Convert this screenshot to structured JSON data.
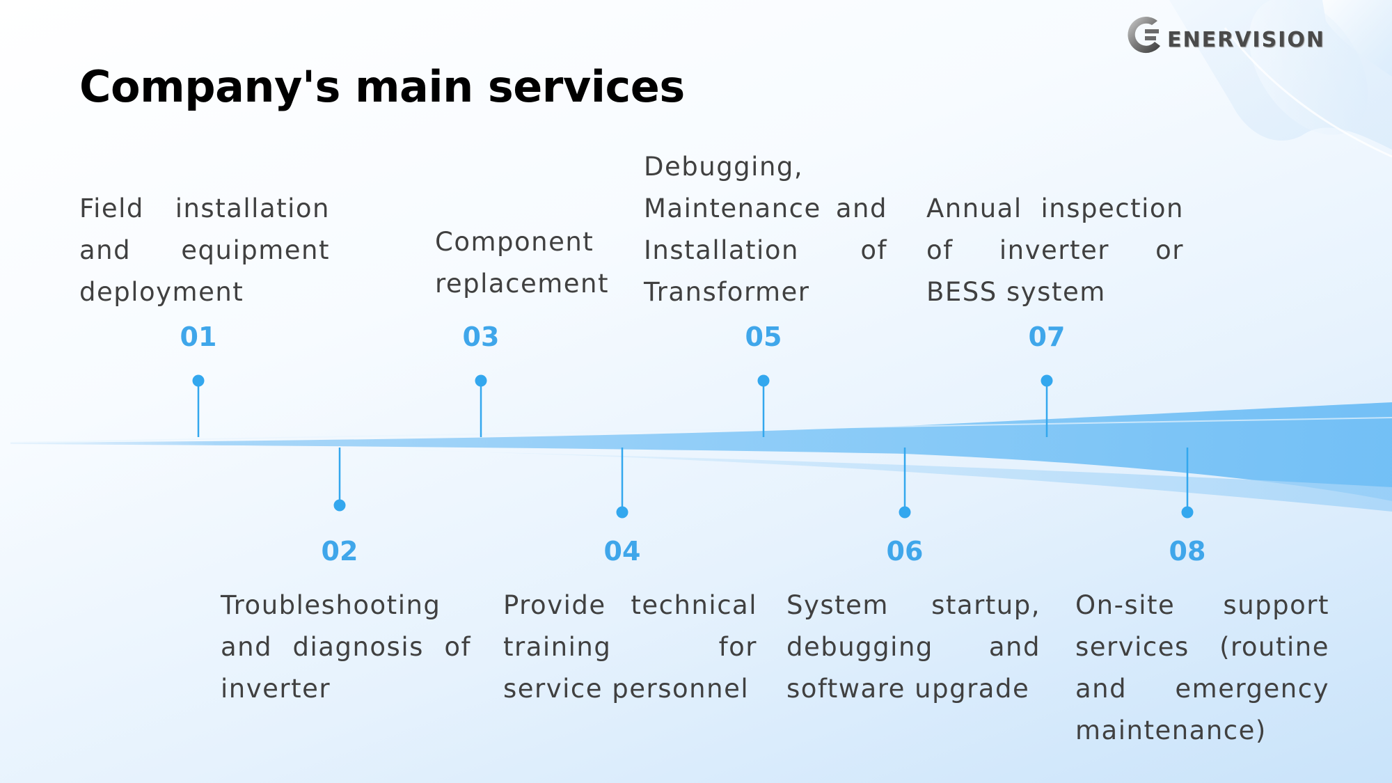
{
  "title": "Company's main services",
  "logo": {
    "wordmark": "ENERVISION"
  },
  "colors": {
    "accent": "#3fa6ea",
    "marker": "#33a7ee",
    "text": "#404040",
    "title": "#000000"
  },
  "steps": [
    {
      "number": "01",
      "text": "Field installation and equipment deployment",
      "position": "above"
    },
    {
      "number": "02",
      "text": "Troubleshooting and diagnosis of inverter",
      "position": "below"
    },
    {
      "number": "03",
      "text": "Component replacement",
      "position": "above"
    },
    {
      "number": "04",
      "text": "Provide technical training for service personnel",
      "position": "below"
    },
    {
      "number": "05",
      "text": "Debugging, Maintenance and Installation of Transformer",
      "position": "above"
    },
    {
      "number": "06",
      "text": "System startup, debugging and software upgrade",
      "position": "below"
    },
    {
      "number": "07",
      "text": "Annual inspection of inverter or BESS system",
      "position": "above"
    },
    {
      "number": "08",
      "text": "On-site support services (routine and emergency maintenance)",
      "position": "below"
    }
  ]
}
